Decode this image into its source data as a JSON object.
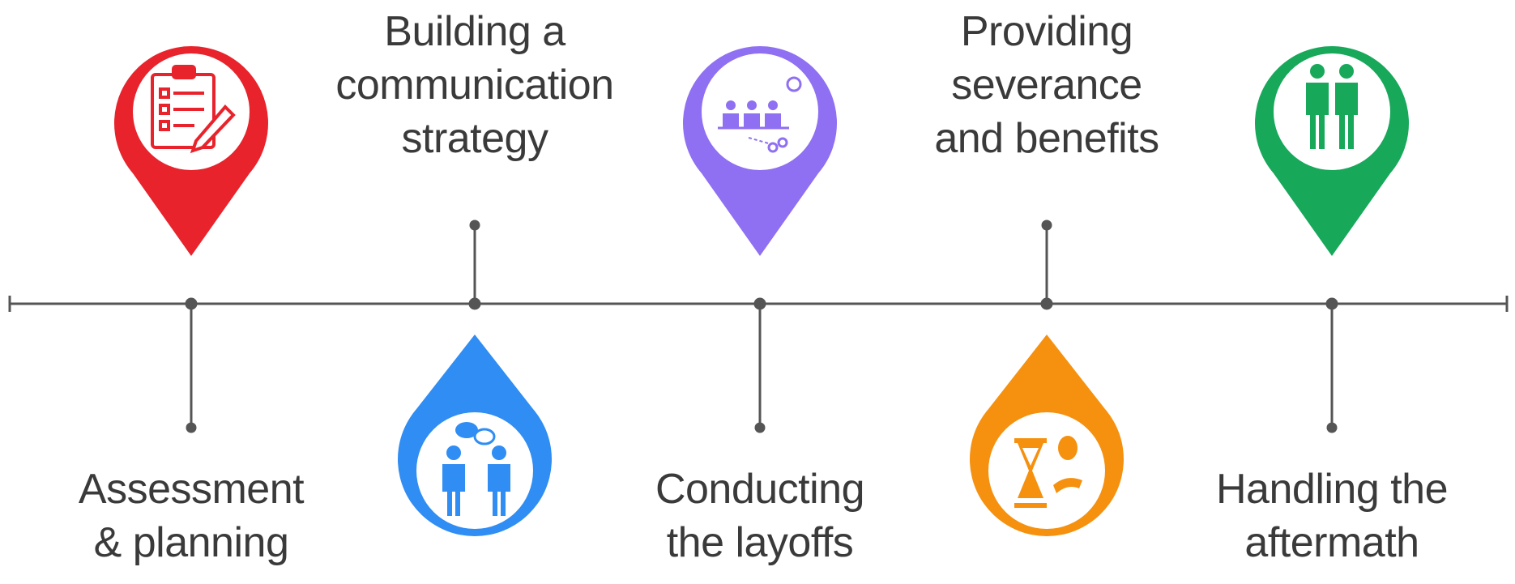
{
  "timeline": {
    "line_color": "#555555",
    "steps": [
      {
        "id": "assessment",
        "label_lines": [
          "Assessment",
          "& planning"
        ],
        "color": "#e8232c",
        "pin": "up",
        "icon": "clipboard-pencil-icon"
      },
      {
        "id": "communication",
        "label_lines": [
          "Building a",
          "communication",
          "strategy"
        ],
        "color": "#2f8df3",
        "pin": "down",
        "icon": "people-conversation-icon"
      },
      {
        "id": "layoffs",
        "label_lines": [
          "Conducting",
          "the layoffs"
        ],
        "color": "#8f6ff2",
        "pin": "up",
        "icon": "team-cut-icon"
      },
      {
        "id": "severance",
        "label_lines": [
          "Providing",
          "severance",
          "and benefits"
        ],
        "color": "#f5910f",
        "pin": "down",
        "icon": "hourglass-money-icon"
      },
      {
        "id": "aftermath",
        "label_lines": [
          "Handling the",
          "aftermath"
        ],
        "color": "#17a85a",
        "pin": "up",
        "icon": "two-people-icon"
      }
    ]
  }
}
